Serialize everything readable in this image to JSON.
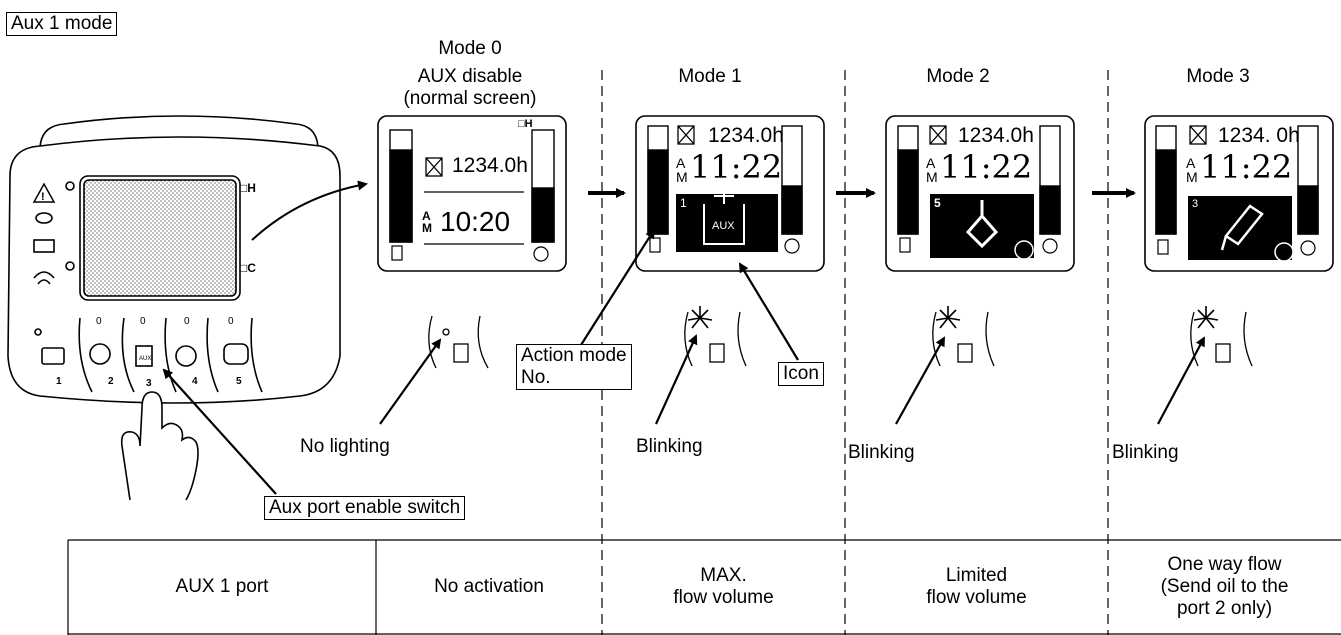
{
  "title": "Aux 1 mode",
  "modes": [
    {
      "heading": "Mode 0",
      "subtitle_1": "AUX disable",
      "subtitle_2": "(normal screen)",
      "hours": "1234.0h",
      "clock": "10:20",
      "indicator": "No lighting"
    },
    {
      "heading": "Mode 1",
      "hours": "1234.0h",
      "clock": "11:22",
      "action_no": "1",
      "icon_text": "AUX",
      "indicator": "Blinking"
    },
    {
      "heading": "Mode 2",
      "hours": "1234.0h",
      "clock": "11:22",
      "action_no": "5",
      "indicator": "Blinking"
    },
    {
      "heading": "Mode 3",
      "hours": "1234. 0h",
      "clock": "11:22",
      "action_no": "3",
      "indicator": "Blinking"
    }
  ],
  "callouts": {
    "action_mode_1": "Action mode",
    "action_mode_2": "No.",
    "icon": "Icon",
    "switch": "Aux port enable switch"
  },
  "panel": {
    "button_numbers": [
      "1",
      "2",
      "3",
      "4",
      "5"
    ],
    "led_labels": [
      "0",
      "0",
      "0",
      "0"
    ]
  },
  "clock_prefix_a": "A",
  "clock_prefix_m": "M",
  "table": {
    "header": "AUX 1 port",
    "cells": [
      {
        "line_1": "No activation",
        "line_2": ""
      },
      {
        "line_1": "MAX.",
        "line_2": "flow volume"
      },
      {
        "line_1": "Limited",
        "line_2": "flow volume"
      },
      {
        "line_1": "One way flow",
        "line_2": "(Send oil to the",
        "line_3": "port 2 only)"
      }
    ]
  }
}
